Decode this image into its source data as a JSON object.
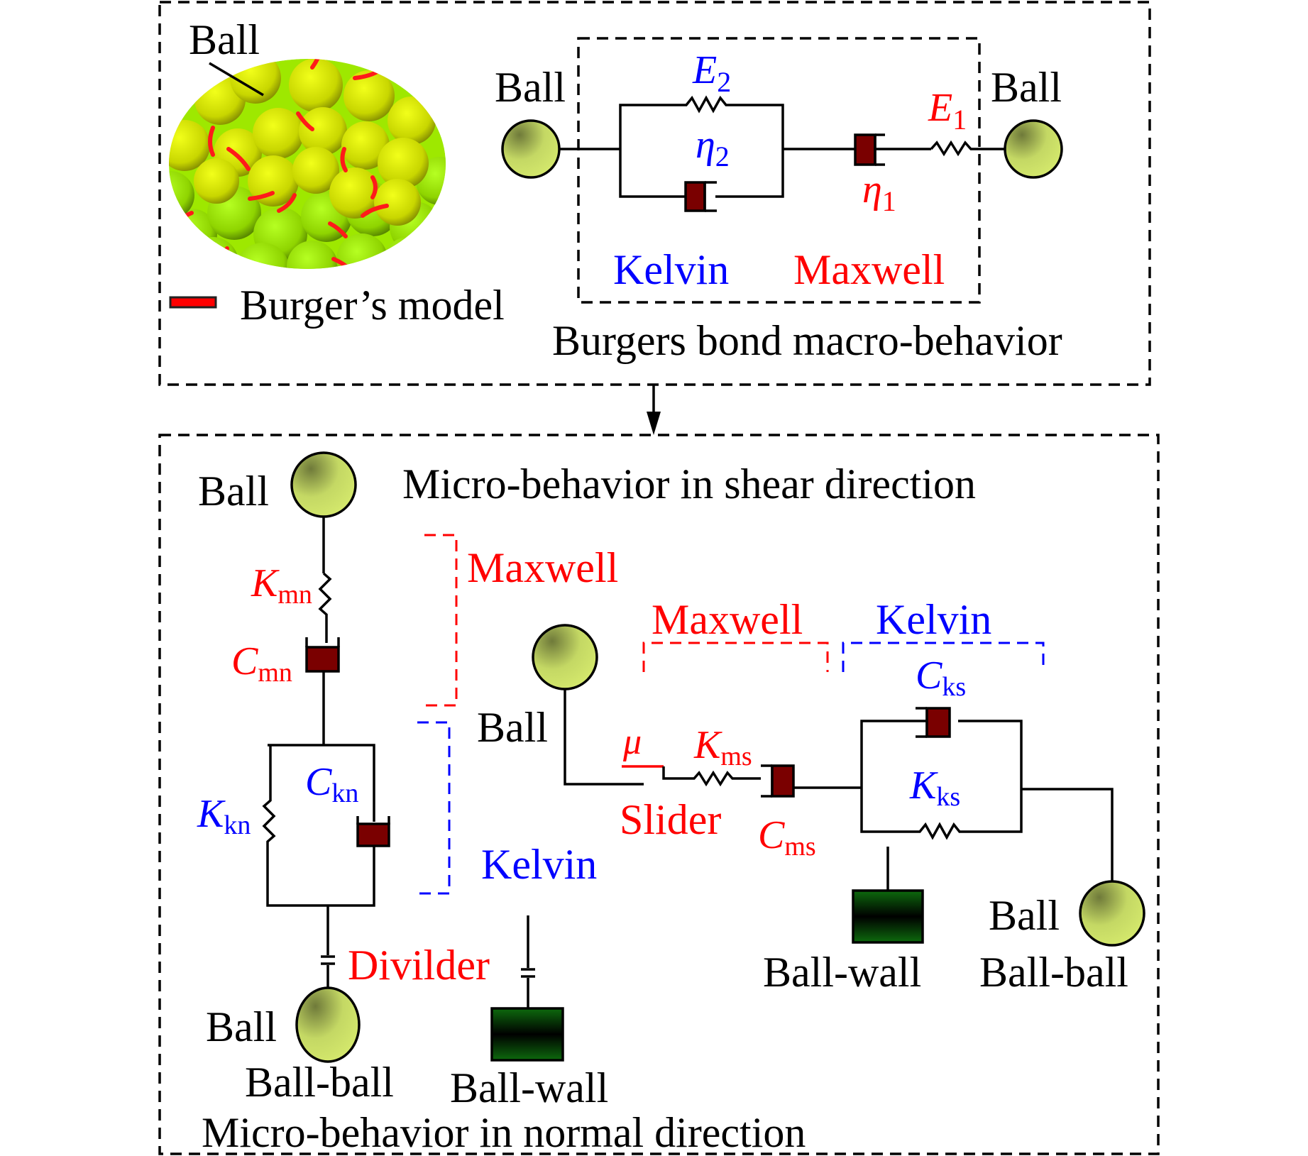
{
  "colors": {
    "maxwell": "#ff0000",
    "kelvin": "#0000ff",
    "ball_fill": "#cfe26a",
    "dashpot_fill": "#7a0000",
    "wall_fill": "#0a5c0a",
    "bond": "#ff1a1a"
  },
  "top_panel": {
    "ball_callout": "Ball",
    "legend_label": "Burger’s model",
    "left_ball": "Ball",
    "right_ball": "Ball",
    "E2": {
      "base": "E",
      "sub": "2"
    },
    "eta2": {
      "base": "η",
      "sub": "2"
    },
    "E1": {
      "base": "E",
      "sub": "1"
    },
    "eta1": {
      "base": "η",
      "sub": "1"
    },
    "kelvin_label": "Kelvin",
    "maxwell_label": "Maxwell",
    "caption": "Burgers bond macro-behavior"
  },
  "bottom_panel": {
    "shear_title": "Micro-behavior in shear direction",
    "normal_title": "Micro-behavior in normal direction",
    "normal": {
      "top_ball": "Ball",
      "Kmn": {
        "base": "K",
        "sub": "mn"
      },
      "Cmn": {
        "base": "C",
        "sub": "mn"
      },
      "Kkn": {
        "base": "K",
        "sub": "kn"
      },
      "Ckn": {
        "base": "C",
        "sub": "kn"
      },
      "maxwell_label": "Maxwell",
      "kelvin_label": "Kelvin",
      "divider_label": "Divilder",
      "bottom_ball": "Ball",
      "ball_ball": "Ball-ball",
      "ball_wall": "Ball-wall"
    },
    "shear": {
      "left_ball": "Ball",
      "mu": "μ",
      "slider_label": "Slider",
      "Kms": {
        "base": "K",
        "sub": "ms"
      },
      "Cms": {
        "base": "C",
        "sub": "ms"
      },
      "Cks": {
        "base": "C",
        "sub": "ks"
      },
      "Kks": {
        "base": "K",
        "sub": "ks"
      },
      "maxwell_label": "Maxwell",
      "kelvin_label": "Kelvin",
      "right_ball": "Ball",
      "ball_wall": "Ball-wall",
      "ball_ball": "Ball-ball"
    }
  }
}
